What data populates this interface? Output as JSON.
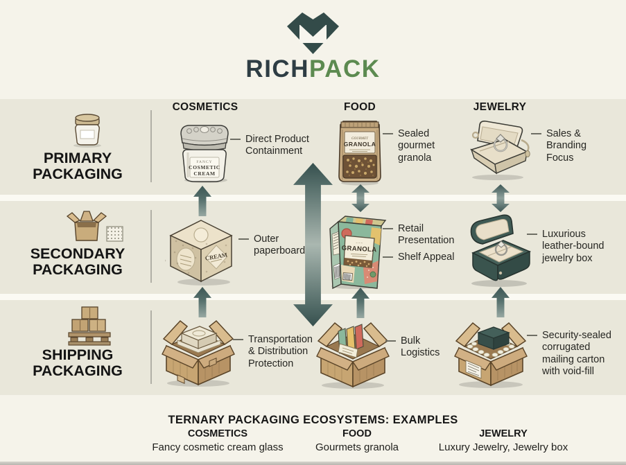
{
  "brand": {
    "part1": "RICH",
    "part2": "PACK"
  },
  "grid": {
    "column_headers": [
      "COSMETICS",
      "FOOD",
      "JEWELRY"
    ],
    "row_labels": [
      "PRIMARY\nPACKAGING",
      "SECONDARY\nPACKAGING",
      "SHIPPING\nPACKAGING"
    ]
  },
  "products": {
    "cream_jar": {
      "line1": "FANCY",
      "line2": "COSMETIC",
      "line3": "CREAM"
    },
    "granola_pouch": {
      "line1": "GOURMET",
      "line2": "GRANOLA"
    },
    "cream_cube": {
      "label": "CREAM"
    },
    "granola_box": {
      "label": "GRANOLA"
    }
  },
  "annotations": {
    "primary_cosmetics": "Direct Product\nContainment",
    "primary_food": "Sealed\ngourmet\ngranola",
    "primary_jewelry": "Sales &\nBranding\nFocus",
    "secondary_cosmetics": "Outer\npaperboard",
    "secondary_food_1": "Retail\nPresentation",
    "secondary_food_2": "Shelf Appeal",
    "secondary_jewelry": "Luxurious\nleather-bound\njewelry box",
    "shipping_cosmetics": "Transportation\n& Distribution\nProtection",
    "shipping_food": "Bulk\nLogistics",
    "shipping_jewelry": "Security-sealed\ncorrugated\nmailing carton\nwith void-fill"
  },
  "footer": {
    "title": "TERNARY PACKAGING ECOSYSTEMS: EXAMPLES",
    "entries": [
      {
        "category": "COSMETICS",
        "example": "Fancy cosmetic cream glass"
      },
      {
        "category": "FOOD",
        "example": "Gourmets granola"
      },
      {
        "category": "JEWELRY",
        "example": "Luxury Jewelry, Jewelry box"
      }
    ]
  },
  "icons": {
    "logo": "diamond-envelope-logo",
    "primary_row": "cream-jar-icon",
    "secondary_row": "open-box-icon",
    "shipping_row": "pallet-boxes-icon"
  },
  "colors": {
    "accent_dark": "#3a5351",
    "accent_green": "#5c8a50",
    "band": "#e9e7da",
    "cardboard": "#c7a572"
  }
}
